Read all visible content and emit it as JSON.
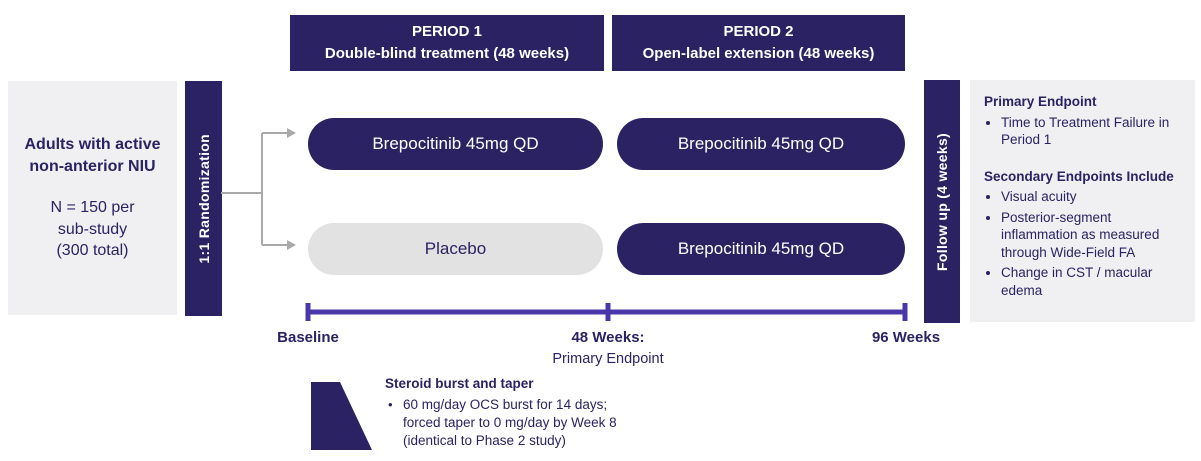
{
  "colors": {
    "navy": "#2a2262",
    "purple": "#4a38ab",
    "panel_gray": "#f0f0f2",
    "pill_gray": "#e2e2e2",
    "arrow_gray": "#a9a9a9",
    "white": "#ffffff"
  },
  "period_headers": {
    "period1": "PERIOD 1\nDouble-blind treatment (48 weeks)",
    "period2": "PERIOD 2\nOpen-label extension (48 weeks)"
  },
  "population_box": {
    "title": "Adults with active\nnon-anterior NIU",
    "sample_size": "N = 150 per\nsub-study\n(300 total)"
  },
  "randomization_bar_label": "1:1 Randomization",
  "followup_bar_label": "Follow up (4 weeks)",
  "treatment_arms": {
    "arm1_period1": "Brepocitinib 45mg QD",
    "arm1_period2": "Brepocitinib 45mg QD",
    "arm2_period1": "Placebo",
    "arm2_period2": "Brepocitinib 45mg QD"
  },
  "timeline": {
    "start_label": "Baseline",
    "mid_label": "48 Weeks:",
    "mid_sublabel": "Primary Endpoint",
    "end_label": "96 Weeks"
  },
  "endpoints_panel": {
    "primary_title": "Primary Endpoint",
    "primary_items": [
      "Time to Treatment Failure in Period 1"
    ],
    "secondary_title": "Secondary Endpoints Include",
    "secondary_items": [
      "Visual acuity",
      "Posterior-segment inflammation as measured through Wide-Field FA",
      "Change in CST / macular edema"
    ]
  },
  "steroid_note": {
    "title": "Steroid burst and taper",
    "bullet_char": "•",
    "bullet": "60 mg/day OCS burst for 14 days;\nforced taper to 0 mg/day by Week 8\n(identical to Phase 2 study)"
  }
}
